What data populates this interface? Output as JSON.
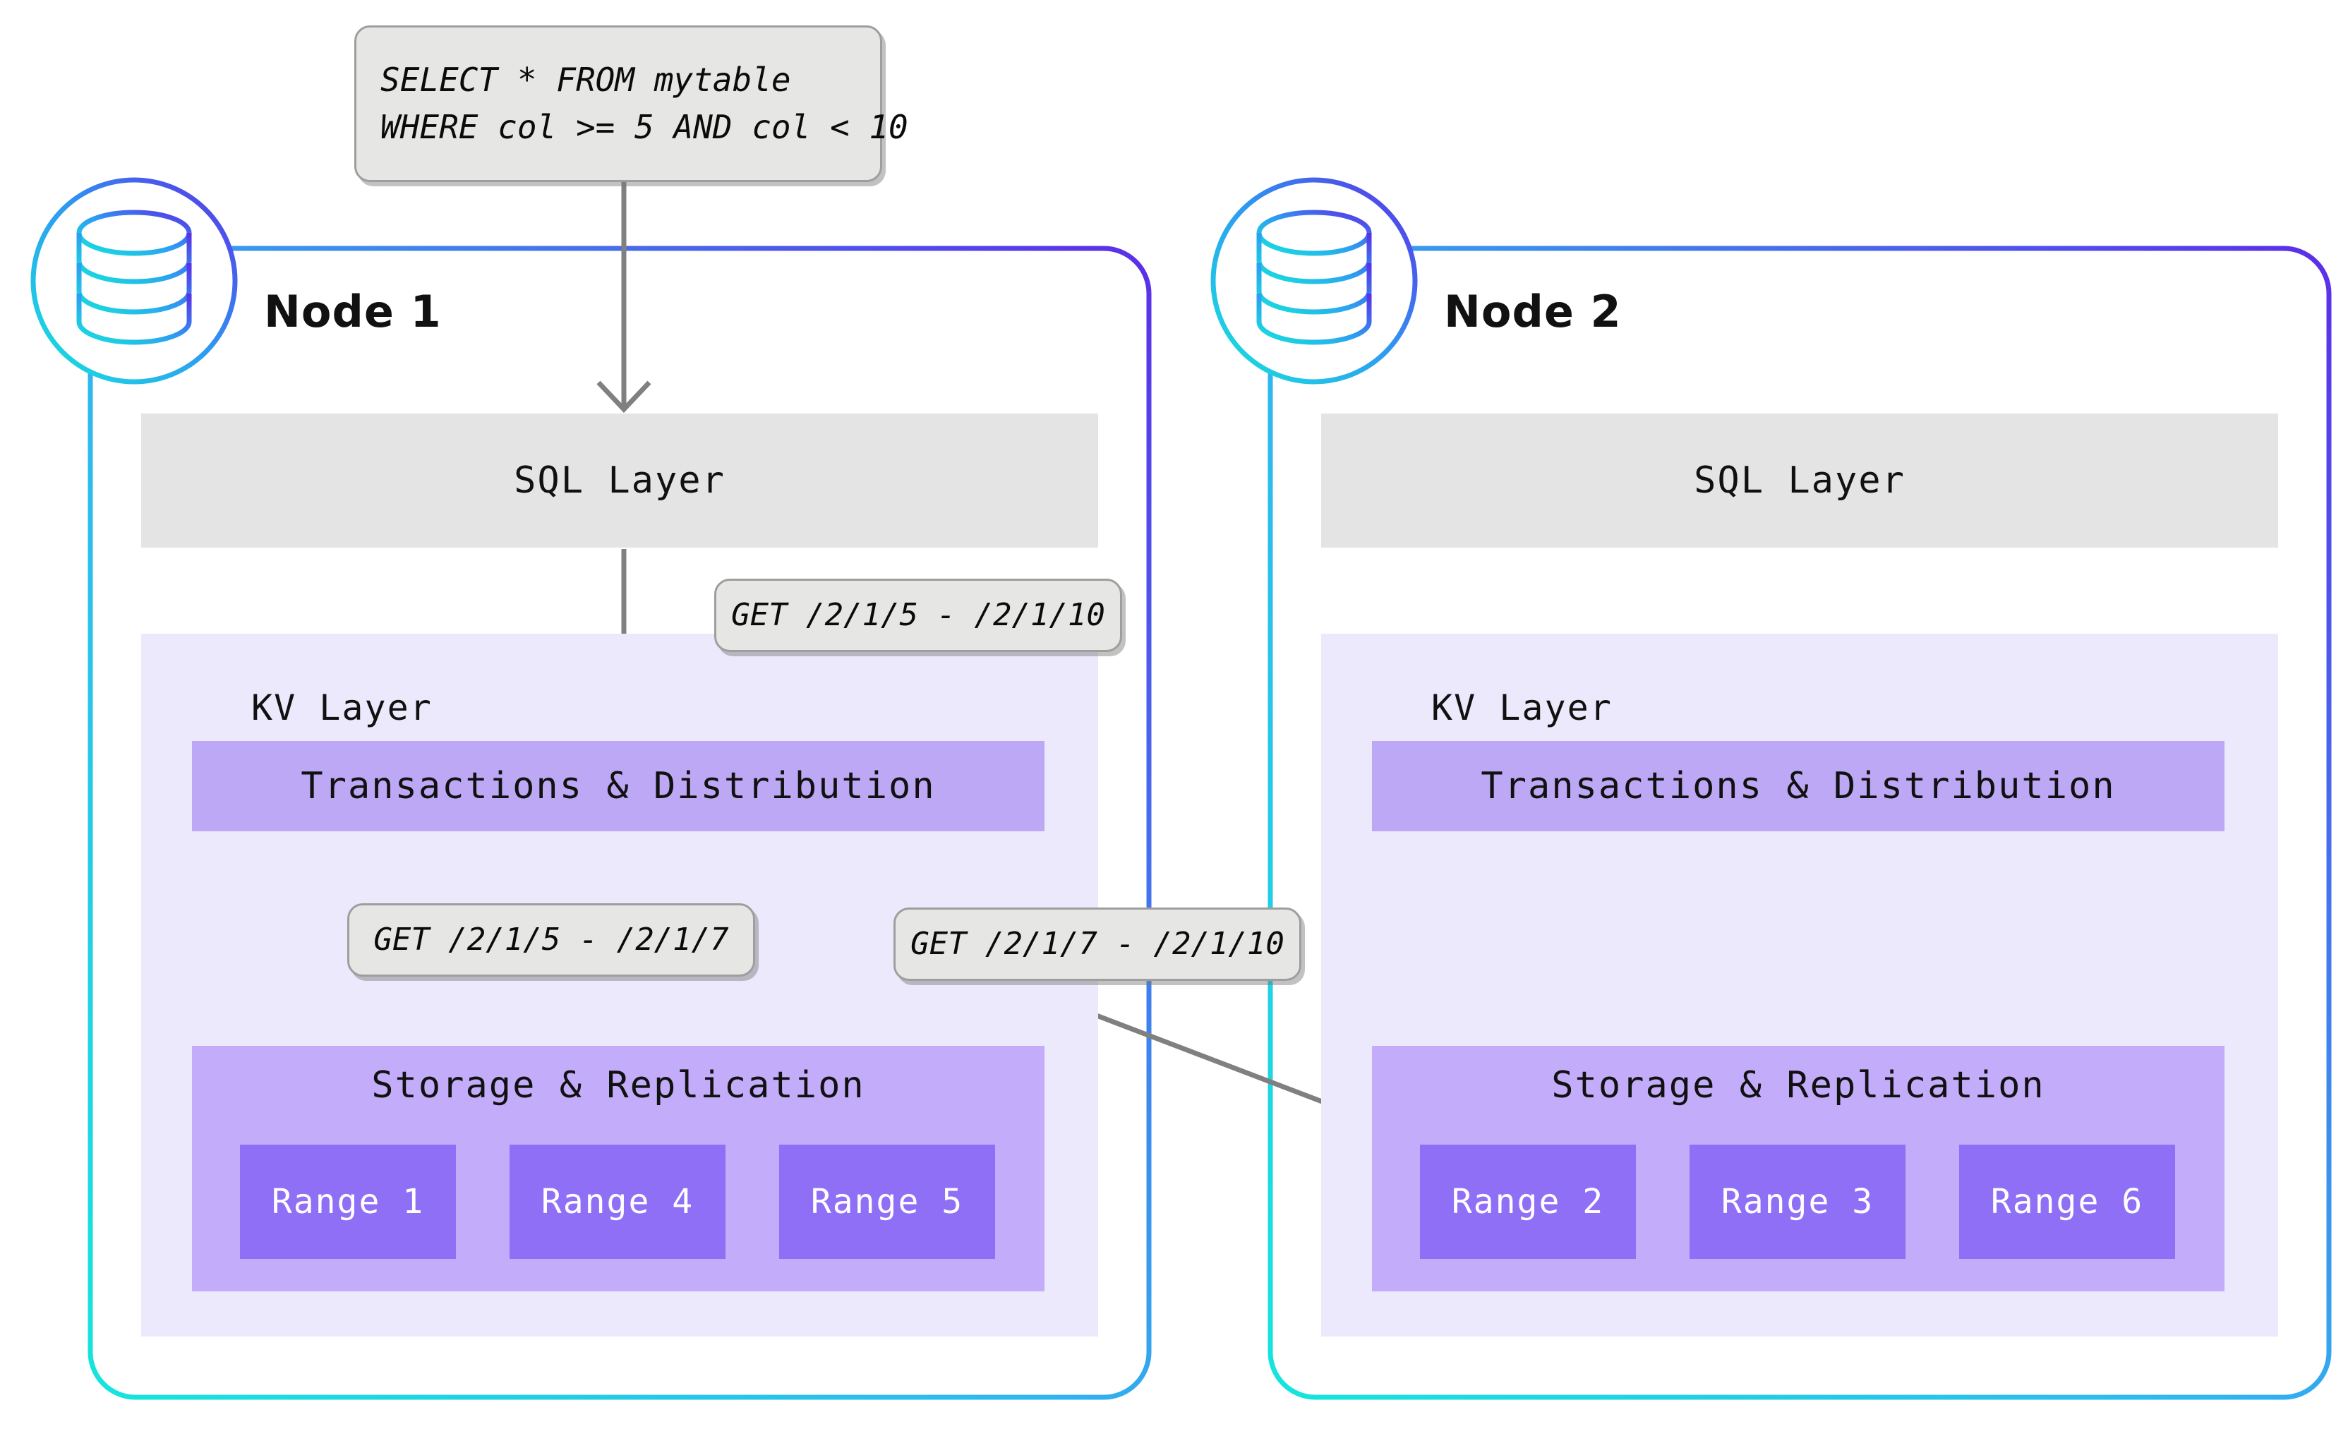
{
  "diagram": {
    "title": "CockroachDB distributed range scan across two nodes",
    "colors": {
      "sql_layer_bg": "#E4E4E4",
      "kv_layer_bg": "#EDE9FC",
      "transactions_bg": "#BCA8F5",
      "storage_bg": "#C3ADFB",
      "range_bg": "#8F6FF5",
      "bubble_bg": "#E6E7E4",
      "bubble_border": "#9E9E9E",
      "arrow": "#808080",
      "node_border_start": "#19E6DC",
      "node_border_end": "#5B2EE8",
      "node_title": "#111111",
      "range_text": "#FFFFFF"
    }
  },
  "query": {
    "line1": "SELECT * FROM mytable",
    "line2": "WHERE col >= 5 AND col < 10"
  },
  "callouts": {
    "sql_to_kv": "GET /2/1/5 - /2/1/10",
    "kv_to_range5": "GET /2/1/5 - /2/1/7",
    "kv_to_range2": "GET /2/1/7 - /2/1/10"
  },
  "nodes": [
    {
      "title": "Node 1",
      "sql_layer_label": "SQL Layer",
      "kv_layer_label": "KV Layer",
      "transactions_label": "Transactions & Distribution",
      "storage_label": "Storage & Replication",
      "ranges": [
        "Range 1",
        "Range 4",
        "Range 5"
      ]
    },
    {
      "title": "Node 2",
      "sql_layer_label": "SQL Layer",
      "kv_layer_label": "KV Layer",
      "transactions_label": "Transactions & Distribution",
      "storage_label": "Storage & Replication",
      "ranges": [
        "Range 2",
        "Range 3",
        "Range 6"
      ]
    }
  ]
}
